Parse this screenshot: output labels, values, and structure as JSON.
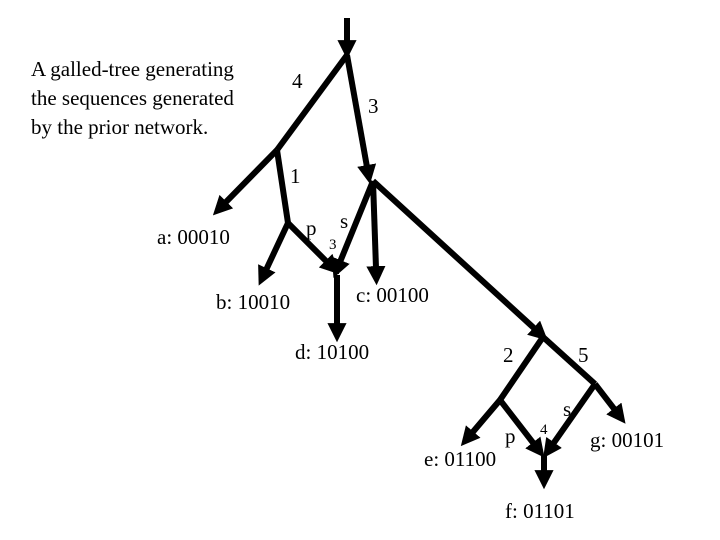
{
  "caption": {
    "lines": [
      "A galled-tree generating",
      "the sequences generated",
      "by the prior network."
    ]
  },
  "mutations": {
    "m4": "4",
    "m3": "3",
    "m1": "1",
    "m2": "2",
    "m5": "5"
  },
  "recombination": {
    "upper": {
      "prefix_label": "p",
      "suffix_label": "s",
      "breakpoint": "3"
    },
    "lower": {
      "prefix_label": "p",
      "suffix_label": "s",
      "breakpoint": "4"
    }
  },
  "leaves": {
    "a": "a: 00010",
    "b": "b: 10010",
    "c": "c: 00100",
    "d": "d: 10100",
    "e": "e: 01100",
    "f": "f: 01101",
    "g": "g: 00101"
  }
}
